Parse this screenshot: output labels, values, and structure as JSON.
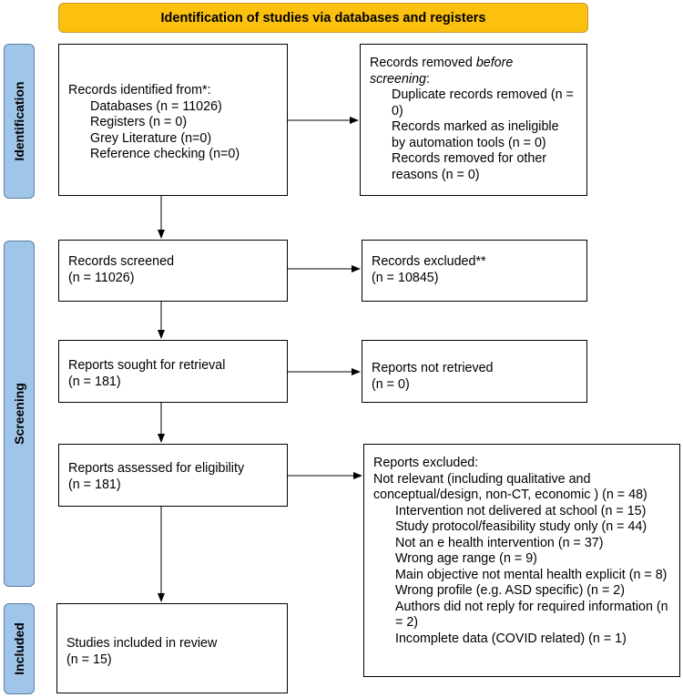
{
  "header": {
    "title": "Identification of studies via databases and registers"
  },
  "phases": {
    "identification": "Identification",
    "screening": "Screening",
    "included": "Included"
  },
  "identified": {
    "title": "Records identified from*:",
    "items": [
      "Databases (n = 11026)",
      "Registers (n = 0)",
      "Grey Literature (n=0)",
      "Reference checking (n=0)"
    ]
  },
  "removed": {
    "title_prefix": "Records removed ",
    "title_em": "before screening",
    "title_suffix": ":",
    "items": [
      "Duplicate records removed (n = 0)",
      "Records marked as ineligible by automation tools (n = 0)",
      "Records removed for other reasons (n = 0)"
    ]
  },
  "screened": {
    "title": "Records screened",
    "count": "(n = 11026)"
  },
  "excluded_records": {
    "title": "Records excluded**",
    "count": "(n = 10845)"
  },
  "sought": {
    "title": "Reports sought for retrieval",
    "count": "(n = 181)"
  },
  "not_retrieved": {
    "title": "Reports not retrieved",
    "count": "(n = 0)"
  },
  "assessed": {
    "title": "Reports assessed for eligibility",
    "count": "(n = 181)"
  },
  "reports_excluded": {
    "title": "Reports excluded:",
    "main": "Not relevant (including qualitative and conceptual/design, non-CT, economic ) (n = 48)",
    "items": [
      "Intervention not delivered at school (n = 15)",
      "Study protocol/feasibility study only (n = 44)",
      "Not an e health intervention (n = 37)",
      "Wrong age range (n = 9)",
      "Main objective not mental health explicit (n = 8)",
      "Wrong profile (e.g. ASD specific) (n = 2)",
      "Authors did not reply for required information (n = 2)",
      "Incomplete data (COVID related) (n = 1)"
    ]
  },
  "included_box": {
    "title": "Studies included in review",
    "count": "(n = 15)"
  }
}
